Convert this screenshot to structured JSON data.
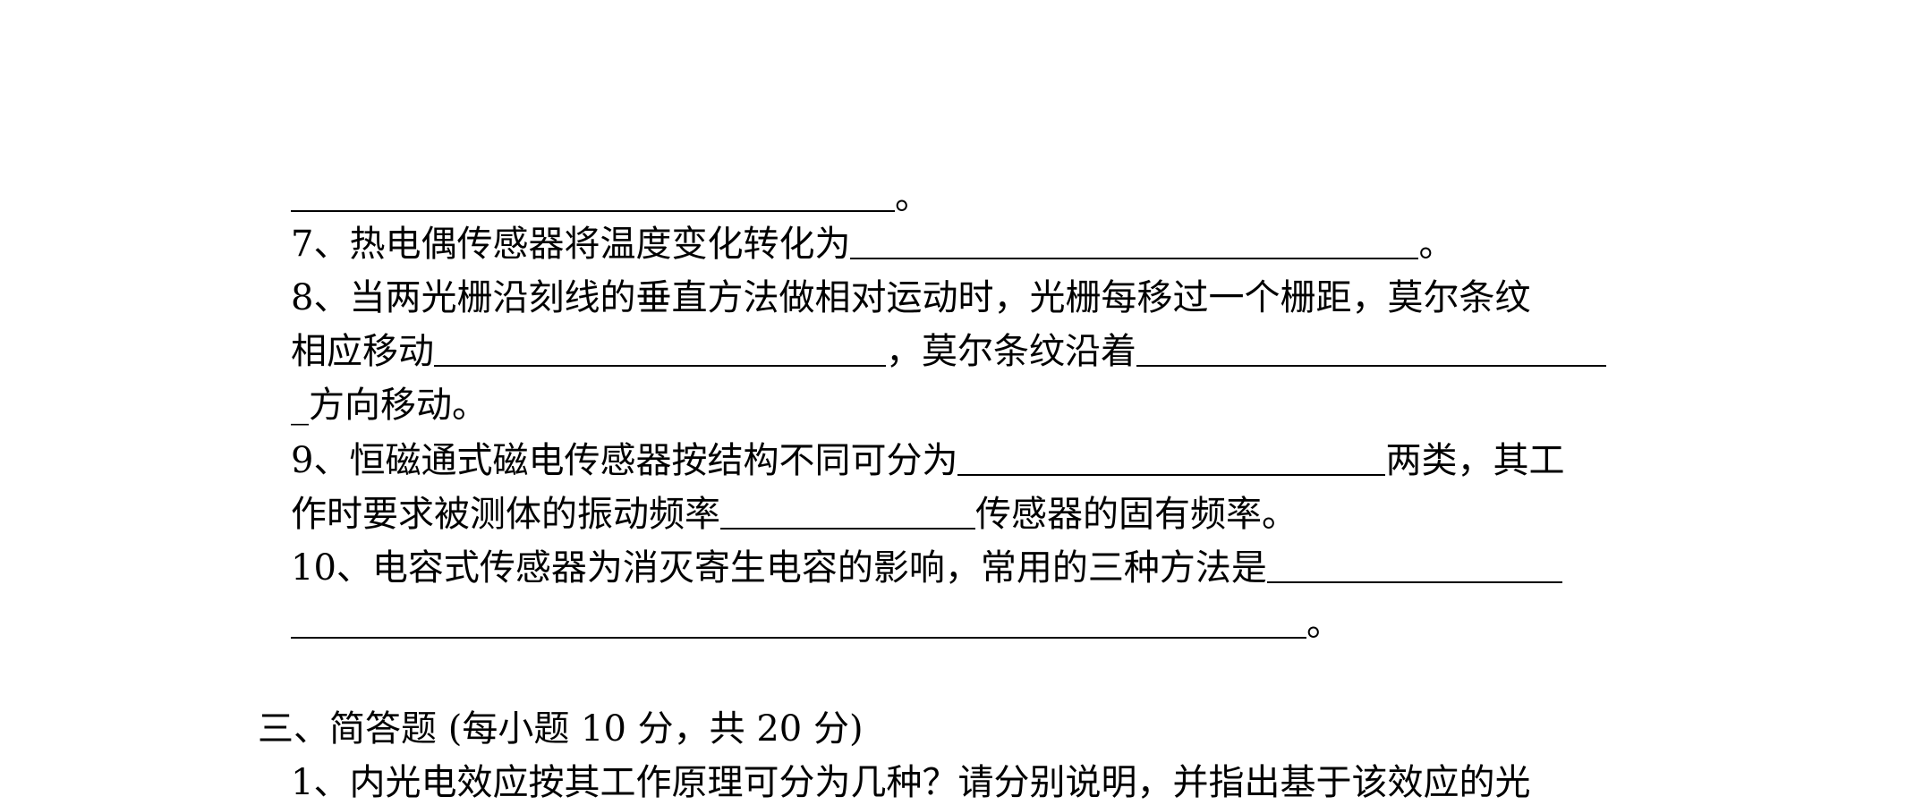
{
  "document": {
    "lines": [
      {
        "id": "l0",
        "parts": [
          {
            "t": "blank",
            "w": 675
          },
          {
            "t": "text",
            "v": "。"
          }
        ]
      },
      {
        "id": "l1",
        "parts": [
          {
            "t": "text",
            "v": "7、热电偶传感器将温度变化转化为"
          },
          {
            "t": "blank",
            "w": 635
          },
          {
            "t": "text",
            "v": "。"
          }
        ]
      },
      {
        "id": "l2",
        "parts": [
          {
            "t": "text",
            "v": "8、当两光栅沿刻线的垂直方法做相对运动时，光栅每移过一个栅距，莫尔条纹"
          }
        ]
      },
      {
        "id": "l3",
        "parts": [
          {
            "t": "text",
            "v": "相应移动"
          },
          {
            "t": "blank",
            "w": 505
          },
          {
            "t": "text",
            "v": "，莫尔条纹沿着"
          },
          {
            "t": "blank",
            "w": 525
          }
        ]
      },
      {
        "id": "l4",
        "parts": [
          {
            "t": "text",
            "v": "_方向移动。"
          }
        ]
      },
      {
        "id": "l5",
        "parts": [
          {
            "t": "text",
            "v": "9、恒磁通式磁电传感器按结构不同可分为"
          },
          {
            "t": "blank",
            "w": 478
          },
          {
            "t": "text",
            "v": "两类，其工"
          }
        ]
      },
      {
        "id": "l6",
        "parts": [
          {
            "t": "text",
            "v": "作时要求被测体的振动频率"
          },
          {
            "t": "blank",
            "w": 285
          },
          {
            "t": "text",
            "v": "传感器的固有频率。"
          }
        ]
      },
      {
        "id": "l7",
        "parts": [
          {
            "t": "text",
            "v": "10、电容式传感器为消灭寄生电容的影响，常用的三种方法是"
          },
          {
            "t": "blank",
            "w": 330
          }
        ]
      },
      {
        "id": "l8",
        "parts": [
          {
            "t": "blank",
            "w": 1135
          },
          {
            "t": "text",
            "v": "。"
          }
        ]
      },
      {
        "id": "l9",
        "parts": [
          {
            "t": "text",
            "v": "三、简答题 (每小题 10 分，共 20 分)"
          }
        ]
      },
      {
        "id": "l10",
        "parts": [
          {
            "t": "text",
            "v": "1、内光电效应按其工作原理可分为几种？请分别说明，并指出基于该效应的光"
          }
        ]
      }
    ]
  }
}
